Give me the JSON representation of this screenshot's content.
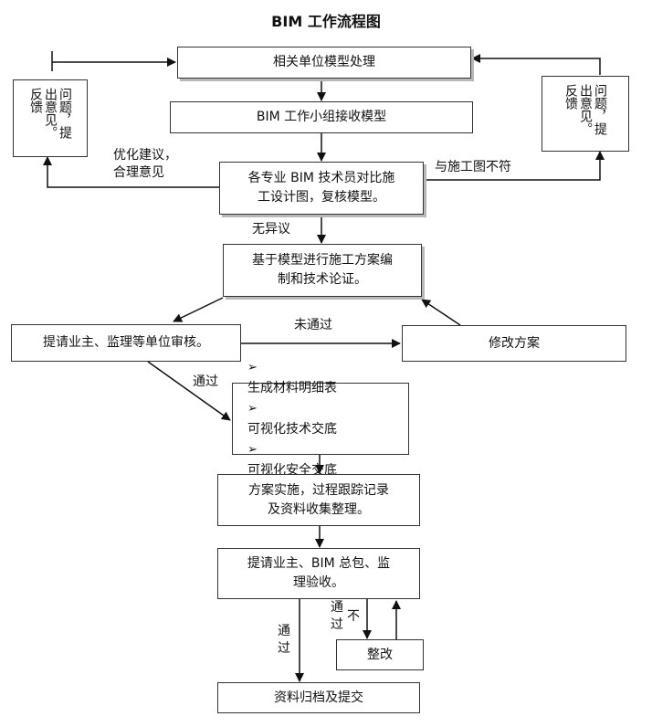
{
  "title": "BIM 工作流程图",
  "boxes": {
    "model_process": "相关单位模型处理",
    "team_receive": "BIM 工作小组接收模型",
    "compare_line1": "各专业 BIM 技术员对比施",
    "compare_line2": "工设计图，复核模型。",
    "plan_line1": "基于模型进行施工方案编",
    "plan_line2": "制和技术论证。",
    "owner_review": "提请业主、监理等单位审核。",
    "revise_plan": "修改方案",
    "outputs": [
      "生成材料明细表",
      "可视化技术交底",
      "可视化安全交底"
    ],
    "outputs_marker": "➢",
    "implement_line1": "方案实施，过程跟踪记录",
    "implement_line2": "及资料收集整理。",
    "acceptance_line1": "提请业主、BIM 总包、监",
    "acceptance_line2": "理验收。",
    "rectify": "整改",
    "archive": "资料归档及提交"
  },
  "side_boxes": {
    "left": "问题，提出意见。反馈",
    "right": "问题，提出意见。反馈"
  },
  "labels": {
    "optimize_line1": "优化建议，",
    "optimize_line2": "合理意见",
    "mismatch": "与施工图不符",
    "no_objection": "无异议",
    "not_passed": "未通过",
    "passed": "通过",
    "passed_vertical_1": "通",
    "passed_vertical_2": "过",
    "rect_pass_1": "通",
    "rect_pass_2": "过",
    "rect_not": "不"
  }
}
